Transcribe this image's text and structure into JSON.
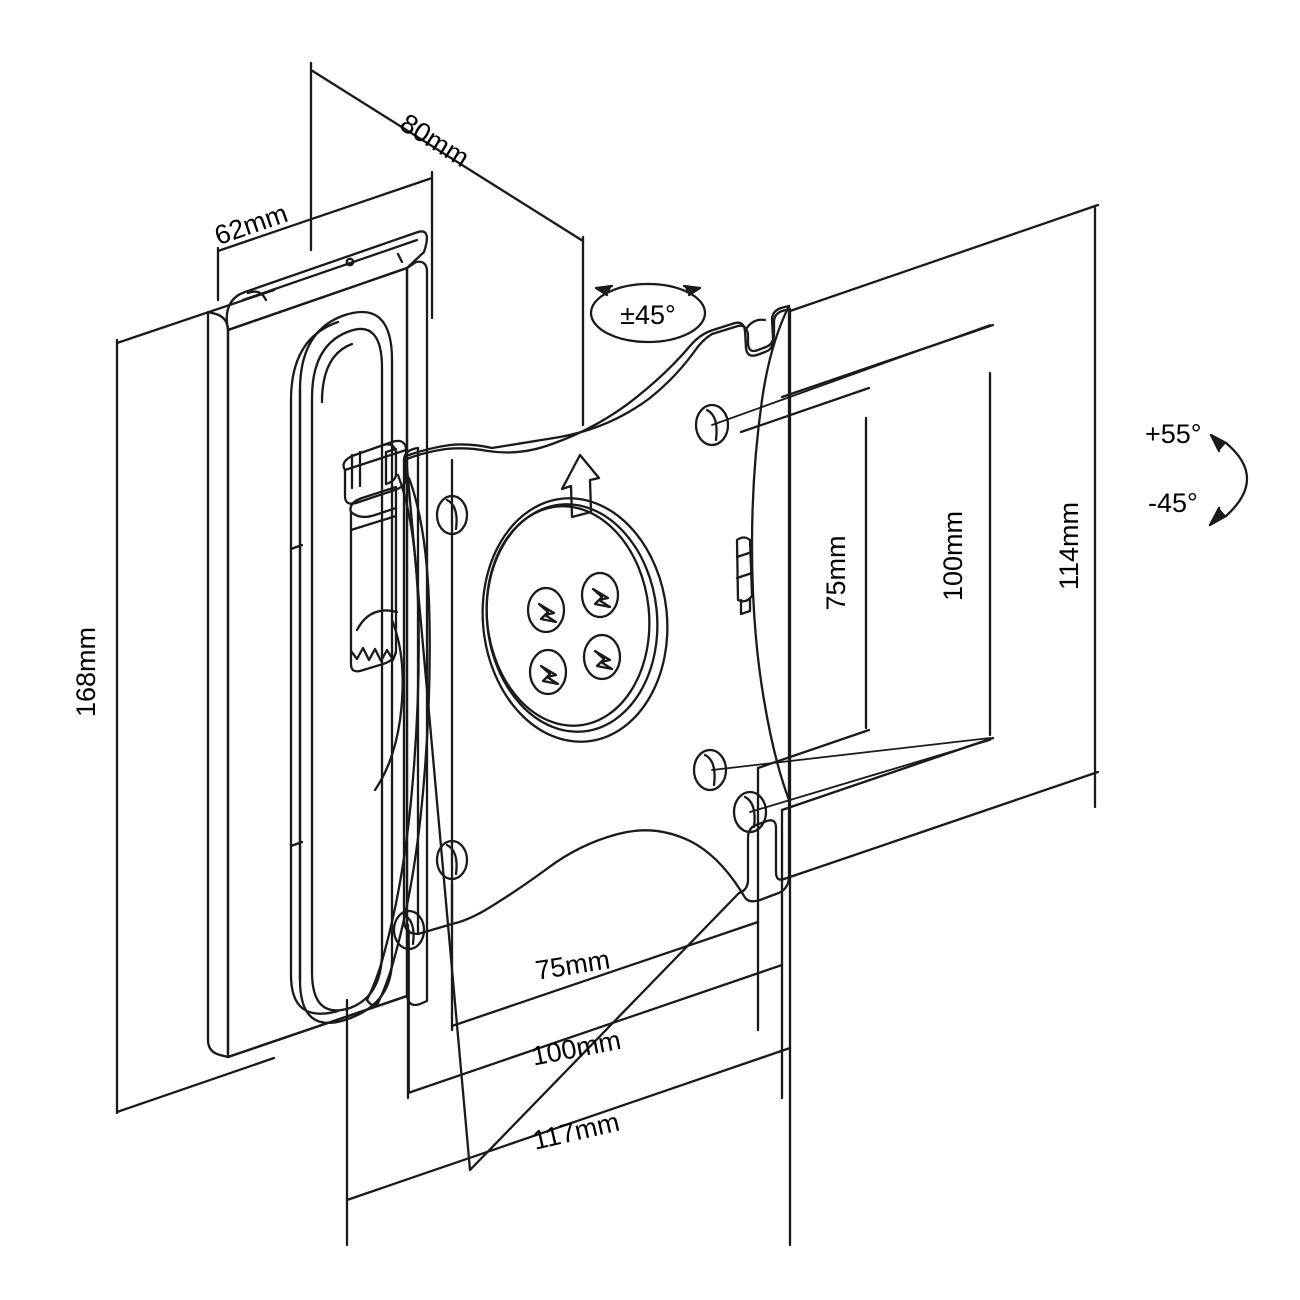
{
  "drawing": {
    "title": "Monitor wall mount bracket – dimensioned isometric drawing",
    "background_color": "#ffffff",
    "line_color": "#1a1a1a"
  },
  "dimensions": {
    "depth_total": "80mm",
    "plate_depth": "62mm",
    "height_total": "168mm",
    "vesa_height_small": "75mm",
    "vesa_height_large": "100mm",
    "plate_height": "114mm",
    "vesa_width_small": "75mm",
    "vesa_width_large": "100mm",
    "plate_width": "117mm"
  },
  "angles": {
    "swivel": "±45°",
    "tilt_up": "+55°",
    "tilt_down": "-45°"
  },
  "icons": {
    "orientation_arrow": "up-arrow-icon",
    "swivel_arc": "swivel-rotation-icon",
    "tilt_arc": "tilt-rotation-icon"
  }
}
